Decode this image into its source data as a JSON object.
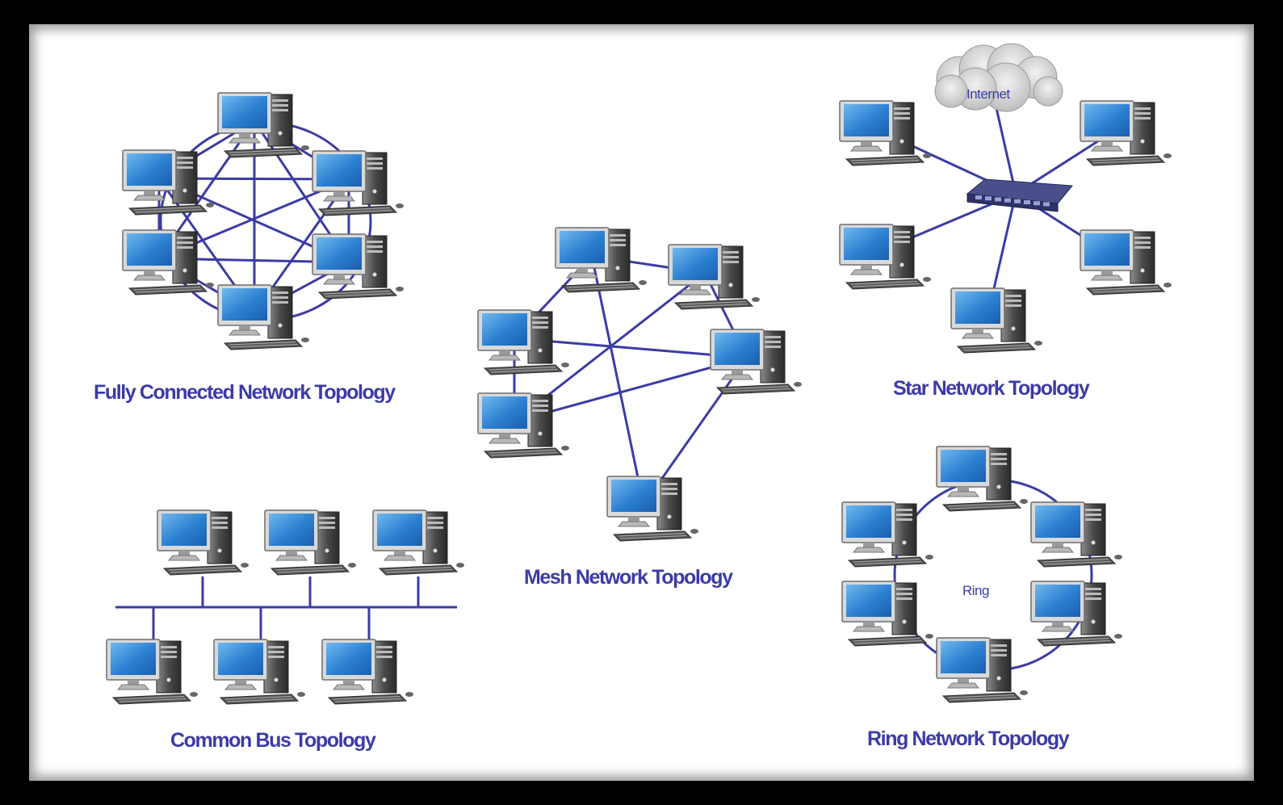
{
  "colors": {
    "link": "#3b3ba6",
    "label": "#3b3ba6",
    "screen": "#2b7fd0",
    "frame": "#000000",
    "background": "#ffffff"
  },
  "diagrams": {
    "fully_connected": {
      "title": "Fully Connected Network Topology"
    },
    "mesh": {
      "title": "Mesh Network Topology"
    },
    "star": {
      "title": "Star Network Topology",
      "cloud_label": "Internet"
    },
    "bus": {
      "title": "Common Bus Topology"
    },
    "ring": {
      "title": "Ring Network Topology",
      "center_label": "Ring"
    }
  }
}
